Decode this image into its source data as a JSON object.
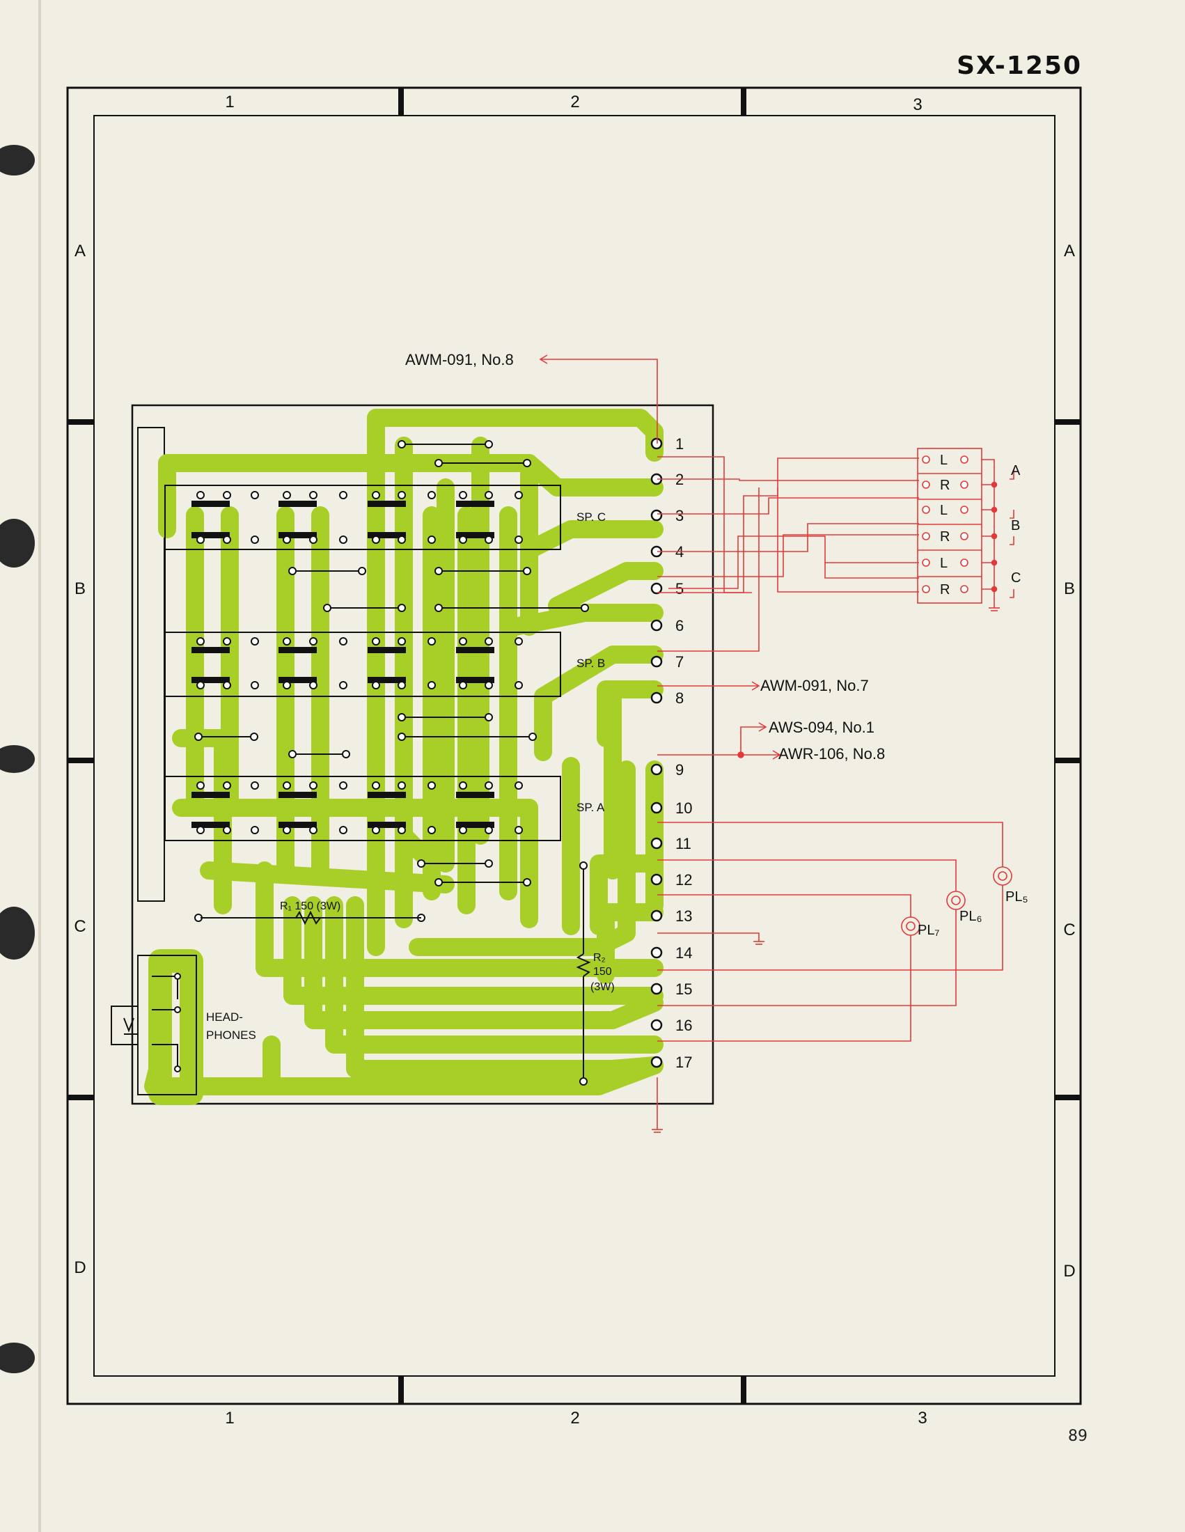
{
  "header": {
    "model": "SX-1250"
  },
  "footer": {
    "page_number": "89"
  },
  "grid": {
    "columns": [
      "1",
      "2",
      "3"
    ],
    "rows": [
      "A",
      "B",
      "C",
      "D"
    ]
  },
  "terminals": [
    "1",
    "2",
    "3",
    "4",
    "5",
    "6",
    "7",
    "8",
    "9",
    "10",
    "11",
    "12",
    "13",
    "14",
    "15",
    "16",
    "17"
  ],
  "switch_sections": [
    "SP. C",
    "SP. B",
    "SP. A"
  ],
  "components": {
    "r1_label": "R₁ 150 (3W)",
    "r2_label": "R₂",
    "r2_value": "150",
    "r2_rating": "(3W)",
    "headphones_line1": "HEAD-",
    "headphones_line2": "PHONES"
  },
  "connections": {
    "awm091_no8": "AWM-091, No.8",
    "awm091_no7": "AWM-091, No.7",
    "aws094_no1": "AWS-094, No.1",
    "awr106_no8": "AWR-106, No.8"
  },
  "speaker_terminals": {
    "channels": [
      "L",
      "R",
      "L",
      "R",
      "L",
      "R"
    ],
    "groups": [
      "A",
      "B",
      "C"
    ]
  },
  "pilot_lamps": [
    "PL₅",
    "PL₆",
    "PL₇"
  ],
  "colors": {
    "pcb_trace": "#a8cf28",
    "wiring": "#e23a3a",
    "ink": "#111111",
    "paper": "#f1eee4"
  }
}
